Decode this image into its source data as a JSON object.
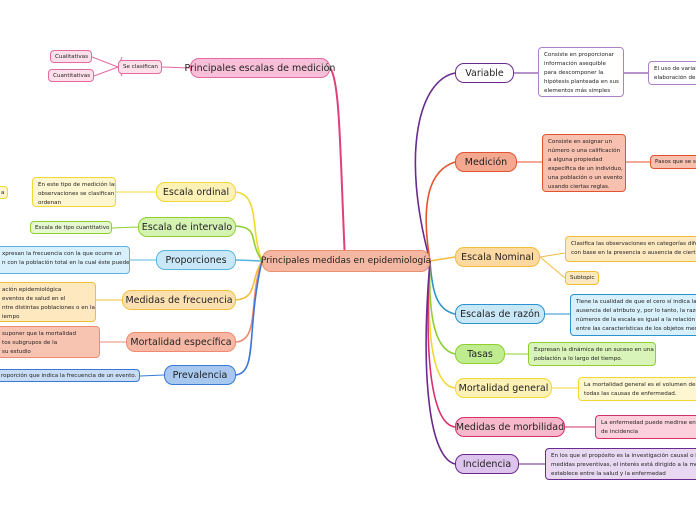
{
  "center": "Principales medidas en epidemiología",
  "top_branch": {
    "label": "Principales escalas de medición",
    "sub": "Se clasifican",
    "leaves": [
      "Cualitativas",
      "Cuantitativas"
    ]
  },
  "left": [
    {
      "label": "Escala ordinal",
      "note": "En este tipo de medición las\nobservaciones se clasifican y\nordenan",
      "extra": "a"
    },
    {
      "label": "Escala de intervalo",
      "note": "Escala de tipo cuantitativo"
    },
    {
      "label": "Proporciones",
      "note": "xpresan la frecuencia con la que ocurre un\nn con la población total en la cual éste puede"
    },
    {
      "label": "Medidas de frecuencia",
      "note": "ación epidemiológica\neventos de salud en el\nntre distintas poblaciones o en la\niempo"
    },
    {
      "label": "Mortalidad específica",
      "note": "suponer que la mortalidad\ntos subgrupos de la\nsu estudio"
    },
    {
      "label": "Prevalencia",
      "note": "roporción que indica la frecuencia de un evento."
    }
  ],
  "right": [
    {
      "label": "Variable",
      "note": "Consiste en proporcionar\ninformación asequible\npara descomponer la\nhipótesis planteada en sus\nelementos más simples",
      "note2": "El uso de varial\nelaboración de"
    },
    {
      "label": "Medición",
      "note": "Consiste en asignar un\nnúmero o una calificación\na alguna propiedad\nespecífica de un individuo,\nuna población o un evento\nusando ciertas reglas.",
      "note2": "Pasos que se s"
    },
    {
      "label": "Escala Nominal",
      "note": "Clasifica las observaciones en categorías dife\ncon base en la presencia o ausencia de cierta",
      "note2": "Subtopic"
    },
    {
      "label": "Escalas de razón",
      "note": "Tiene la cualidad de que el cero sí indica la\nausencia del atributo y, por lo tanto, la razón\nnúmeros de la escala es igual a la relación re\nentre las características de los objetos medi"
    },
    {
      "label": "Tasas",
      "note": "Expresan la dinámica de un suceso en una\npoblación a lo largo del tiempo."
    },
    {
      "label": "Mortalidad general",
      "note": "La mortalidad general es el volumen de\ntodas las causas de enfermedad."
    },
    {
      "label": "Medidas de morbilidad",
      "note": "La enfermedad puede medirse en\nde incidencia"
    },
    {
      "label": "Incidencia",
      "note": "En los que el propósito es la investigación causal o la\nmedidas preventivas, el interés está dirigido a la me\nestablece entre la salud y la enfermedad"
    }
  ]
}
